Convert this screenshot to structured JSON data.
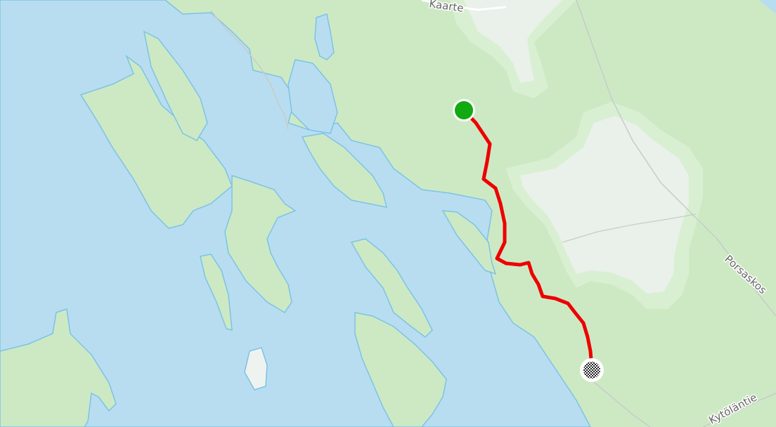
{
  "map": {
    "labels": {
      "top_road": "Kaarte",
      "porsaskos": "Porsaskos",
      "kytolantie": "Kytöläntie"
    },
    "route": {
      "color": "#ee0000",
      "start_marker_color": "#11aa11",
      "start_icon": "start-dot-icon",
      "finish_icon": "checkered-flag-icon"
    },
    "colors": {
      "water": "#b8ddf0",
      "water_outline": "#7cc3e6",
      "land": "#cde9c4",
      "land_light": "#d9efd2",
      "clearing": "#e9f1ea",
      "road": "#c7ccc7"
    }
  }
}
